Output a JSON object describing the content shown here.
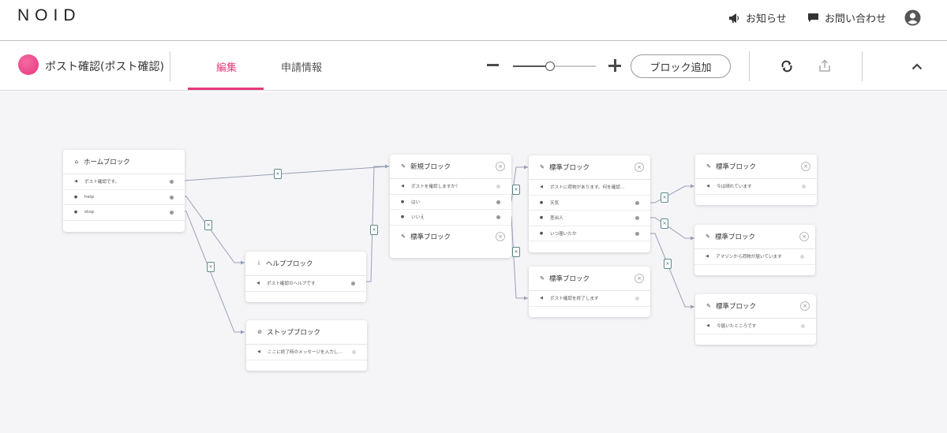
{
  "header": {
    "logo": "NOID",
    "notifications_label": "お知らせ",
    "contact_label": "お問い合わせ"
  },
  "toolbar": {
    "project_title": "ポスト確認(ポスト確認)",
    "tabs": [
      {
        "label": "編集",
        "active": true
      },
      {
        "label": "申請情報",
        "active": false
      }
    ],
    "zoom_level": 0.45,
    "add_block_label": "ブロック追加"
  },
  "colors": {
    "accent": "#e8387c",
    "edge": "#9aa0b5",
    "badge": "#5c8a8a"
  },
  "blocks": {
    "home": {
      "title": "ホームブロック",
      "rows": [
        {
          "icon": "speaker-icon",
          "text": "ポスト確認です。"
        },
        {
          "icon": "person-icon",
          "text": "help"
        },
        {
          "icon": "person-icon",
          "text": "stop"
        }
      ]
    },
    "help": {
      "title": "ヘルプブロック",
      "rows": [
        {
          "icon": "speaker-icon",
          "text": "ポスト確認のヘルプです"
        }
      ]
    },
    "stop": {
      "title": "ストップブロック",
      "rows": [
        {
          "icon": "speaker-icon",
          "text": "ここに終了時のメッセージを入力し..."
        }
      ]
    },
    "new": {
      "title": "新規ブロック",
      "rows": [
        {
          "icon": "speaker-icon",
          "text": "ポストを確認しますか？"
        },
        {
          "icon": "person-icon",
          "text": "はい"
        },
        {
          "icon": "person-icon",
          "text": "いいえ"
        }
      ]
    },
    "std_overlap": {
      "title": "標準ブロック"
    },
    "std_a": {
      "title": "標準ブロック",
      "rows": [
        {
          "icon": "speaker-icon",
          "text": "ポストに荷物があります。何を確認..."
        },
        {
          "icon": "person-icon",
          "text": "天気"
        },
        {
          "icon": "person-icon",
          "text": "差出人"
        },
        {
          "icon": "person-icon",
          "text": "いつ届いたか"
        }
      ]
    },
    "std_b": {
      "title": "標準ブロック",
      "rows": [
        {
          "icon": "speaker-icon",
          "text": "ポスト確認を終了します"
        }
      ]
    },
    "std_c": {
      "title": "標準ブロック",
      "rows": [
        {
          "icon": "speaker-icon",
          "text": "今は晴れています"
        }
      ]
    },
    "std_d": {
      "title": "標準ブロック",
      "rows": [
        {
          "icon": "speaker-icon",
          "text": "アマゾンから荷物が届いています"
        }
      ]
    },
    "std_e": {
      "title": "標準ブロック",
      "rows": [
        {
          "icon": "speaker-icon",
          "text": "今届いたところです"
        }
      ]
    }
  }
}
